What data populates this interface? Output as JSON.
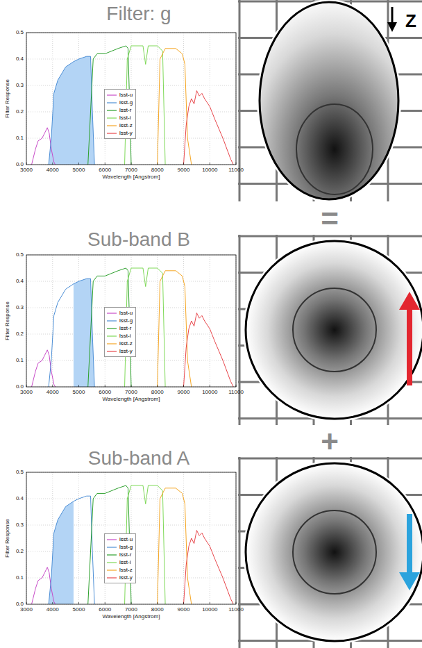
{
  "diagram": {
    "labels": [
      "Filter: g",
      "Z",
      "0.5",
      "0.4",
      "0.3",
      "0.2",
      "0.1",
      "0.0",
      "3000",
      "4000",
      "5000",
      "6000",
      "7000",
      "8000",
      "9000",
      "10000",
      "11000",
      "Filter Response",
      "Wavelength [Angstrom]",
      "=",
      "Sub-band B",
      "0.5",
      "0.4",
      "0.3",
      "0.2",
      "0.1",
      "0.0",
      "3000",
      "4000",
      "5000",
      "6000",
      "7000",
      "8000",
      "9000",
      "10000",
      "11000",
      "Filter Response",
      "Wavelength [Angstrom]",
      "+",
      "Sub-band A",
      "0.5",
      "0.4",
      "0.3",
      "0.2",
      "0.1",
      "0.0",
      "3000",
      "4000",
      "5000",
      "6000",
      "7000",
      "8000",
      "9000",
      "10000",
      "11000",
      "Filter Response",
      "Wavelength [Angstrom]"
    ],
    "legend": [
      {
        "text": "lsst-u"
      },
      {
        "text": "lsst-g"
      },
      {
        "text": "lsst-r"
      },
      {
        "text": "lsst-i"
      },
      {
        "text": "lsst-z"
      },
      {
        "text": "lsst-y"
      },
      {
        "text": "lsst-u"
      },
      {
        "text": "lsst-g"
      },
      {
        "text": "lsst-r"
      },
      {
        "text": "lsst-i"
      },
      {
        "text": "lsst-z"
      },
      {
        "text": "lsst-y"
      },
      {
        "text": "lsst-u"
      },
      {
        "text": "lsst-g"
      },
      {
        "text": "lsst-r"
      },
      {
        "text": "lsst-i"
      },
      {
        "text": "lsst-z"
      },
      {
        "text": "lsst-y"
      }
    ]
  }
}
